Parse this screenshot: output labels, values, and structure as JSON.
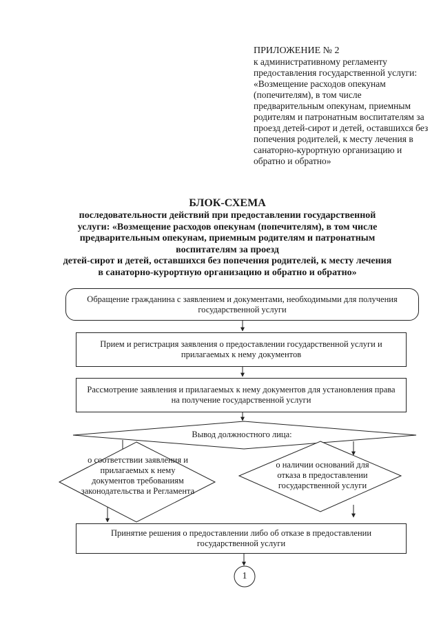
{
  "appendix": {
    "title": "ПРИЛОЖЕНИЕ № 2",
    "text": "к административному регламенту предоставления государственной услуги: «Возмещение расходов опекунам (попечителям), в том числе предварительным опекунам, приемным родителям и патронатным воспитателям за проезд детей-сирот и детей, оставшихся без попечения родителей, к месту лечения в санаторно-курортную организацию и обратно и обратно»"
  },
  "heading": {
    "title": "БЛОК-СХЕМА",
    "subtitle_lines": [
      "последовательности действий при предоставлении государственной",
      "услуги: «Возмещение расходов опекунам (попечителям), в том числе",
      "предварительным опекунам, приемным родителям и патронатным",
      "воспитателям за проезд",
      "детей-сирот и детей, оставшихся без попечения родителей, к месту лечения",
      "в санаторно-курортную организацию и обратно и обратно»"
    ]
  },
  "flowchart": {
    "step1": "Обращение гражданина с заявлением и документами, необходимыми для получения государственной услуги",
    "step2": "Прием и регистрация заявления о предоставлении государственной услуги и прилагаемых к нему документов",
    "step3": "Рассмотрение заявления и прилагаемых к нему документов для установления права на получение государственной услуги",
    "decision_main": "Вывод должностного лица:",
    "decision_left": "о соответствии заявления и прилагаемых к нему документов требованиям законодательства и Регламента",
    "decision_right": "о наличии оснований для отказа в предоставлении государственной услуги",
    "step4": "Принятие решения о предоставлении либо об отказе в предоставлении государственной услуги",
    "connector": "1"
  }
}
